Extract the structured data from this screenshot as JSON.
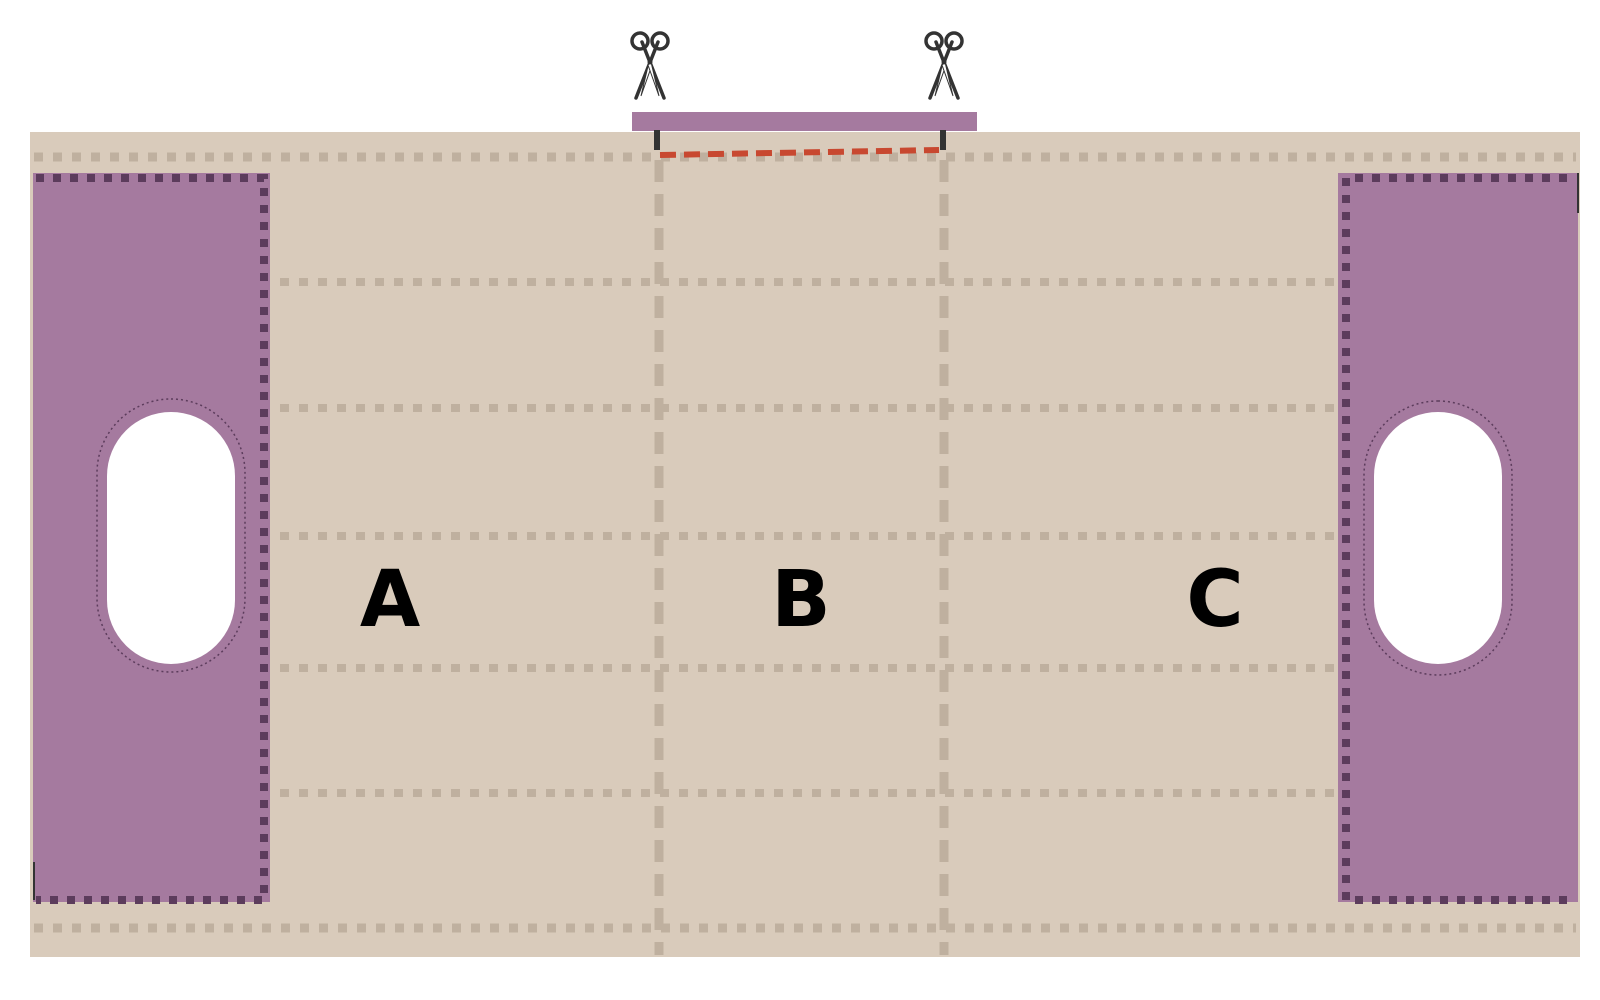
{
  "diagram": {
    "sections": [
      {
        "id": "a",
        "label": "A"
      },
      {
        "id": "b",
        "label": "B"
      },
      {
        "id": "c",
        "label": "C"
      }
    ],
    "icons": {
      "cut_marker": "scissors-icon"
    },
    "colors": {
      "background": "#ffffff",
      "fabric": "#d9cbbb",
      "fabric_guide": "#bfb09f",
      "panel": "#a57a9f",
      "panel_stitch": "#5c3c5c",
      "cut_line": "#c84830",
      "marker": "#333333"
    }
  }
}
